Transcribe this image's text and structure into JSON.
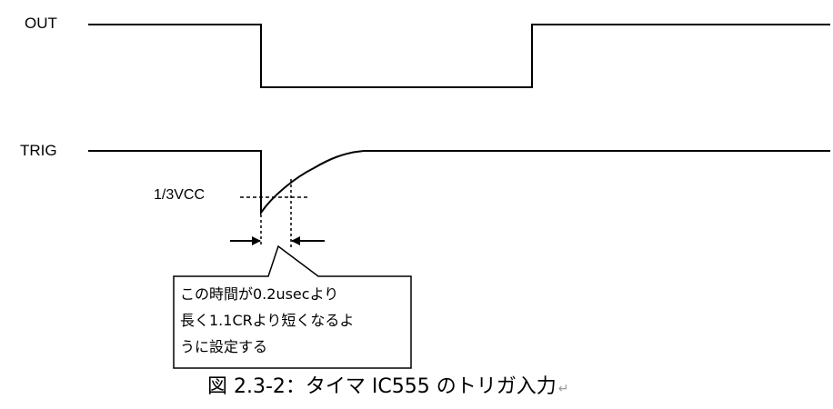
{
  "signals": {
    "out": "OUT",
    "trig": "TRIG"
  },
  "threshold_label": "1/3VCC",
  "callout": {
    "lines": [
      "この時間が0.2usecより",
      "長く1.1CRより短くなるよ",
      "うに設定する"
    ]
  },
  "caption": {
    "text": "図  2.3-2：タイマ IC555 のトリガ入力",
    "return_mark": "↵"
  },
  "colors": {
    "line": "#000000",
    "background": "#ffffff"
  }
}
